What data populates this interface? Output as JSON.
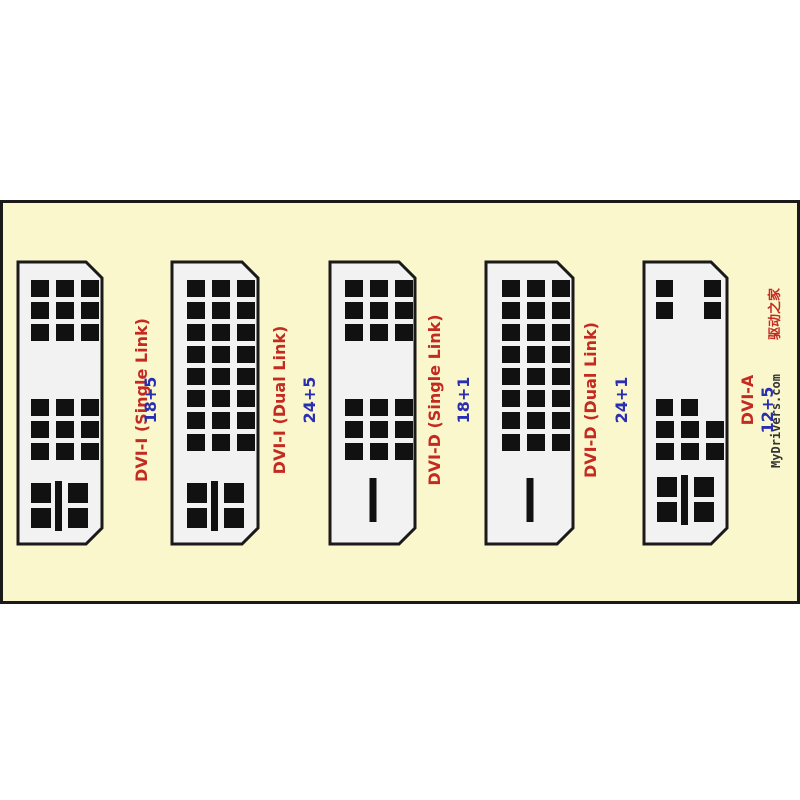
{
  "colors": {
    "panel_bg": "#faf7cd",
    "border": "#1a1a1a",
    "connector_fill": "#f2f2f2",
    "pin": "#111111",
    "name_text": "#c42a20",
    "pin_text": "#2a2eb0"
  },
  "connectors": [
    {
      "id": "dvi-i-single-link",
      "name": "DVI-I (Single Link)",
      "pins": "18+5",
      "contacts": "18+5"
    },
    {
      "id": "dvi-i-dual-link",
      "name": "DVI-I (Dual Link)",
      "pins": "24+5",
      "contacts": "24+5"
    },
    {
      "id": "dvi-d-single-link",
      "name": "DVI-D (Single Link)",
      "pins": "18+1",
      "contacts": "18+1"
    },
    {
      "id": "dvi-d-dual-link",
      "name": "DVI-D (Dual Link)",
      "pins": "24+1",
      "contacts": "24+1"
    },
    {
      "id": "dvi-a",
      "name": "DVI-A",
      "pins": "12+5",
      "contacts": "12+5"
    }
  ],
  "watermark": {
    "site": "MyDrivers.com",
    "chinese": "驱动之家"
  }
}
